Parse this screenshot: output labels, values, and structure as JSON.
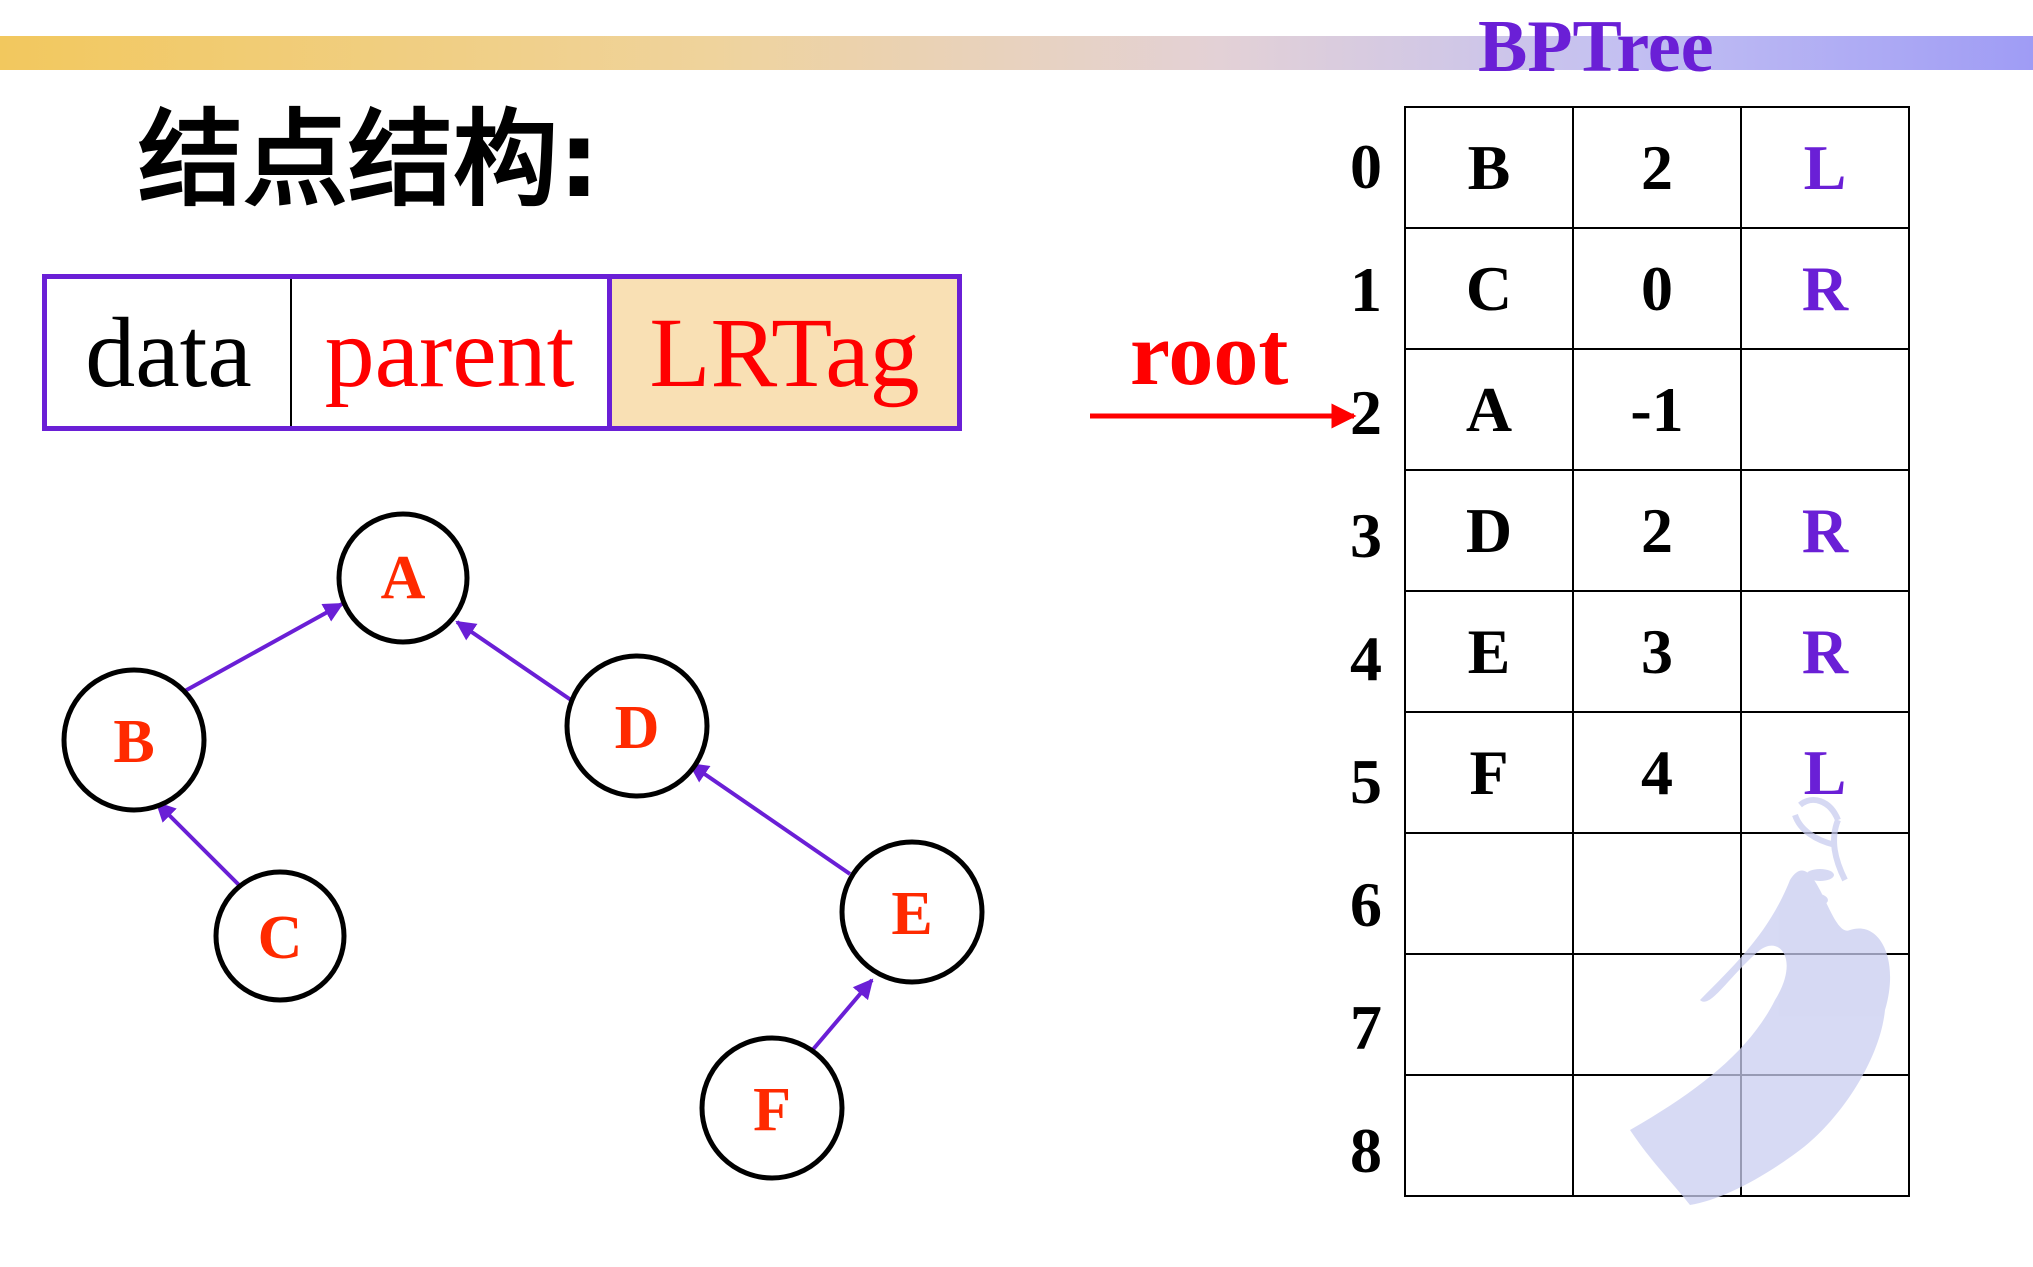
{
  "heading": "结点结构:",
  "node_structure": {
    "data": "data",
    "parent": "parent",
    "lrtag": "LRTag"
  },
  "table_title": "BPTree",
  "root_label": "root",
  "indices": [
    "0",
    "1",
    "2",
    "3",
    "4",
    "5",
    "6",
    "7",
    "8"
  ],
  "rows": [
    {
      "data": "B",
      "parent": "2",
      "tag": "L"
    },
    {
      "data": "C",
      "parent": "0",
      "tag": "R"
    },
    {
      "data": "A",
      "parent": "-1",
      "tag": ""
    },
    {
      "data": "D",
      "parent": "2",
      "tag": "R"
    },
    {
      "data": "E",
      "parent": "3",
      "tag": "R"
    },
    {
      "data": "F",
      "parent": "4",
      "tag": "L"
    },
    {
      "data": "",
      "parent": "",
      "tag": ""
    },
    {
      "data": "",
      "parent": "",
      "tag": ""
    },
    {
      "data": "",
      "parent": "",
      "tag": ""
    }
  ],
  "tree_nodes": [
    "A",
    "B",
    "C",
    "D",
    "E",
    "F"
  ],
  "colors": {
    "accent": "#6a1fd6",
    "node_text": "#ff2a00",
    "arrow": "#ff0000"
  }
}
